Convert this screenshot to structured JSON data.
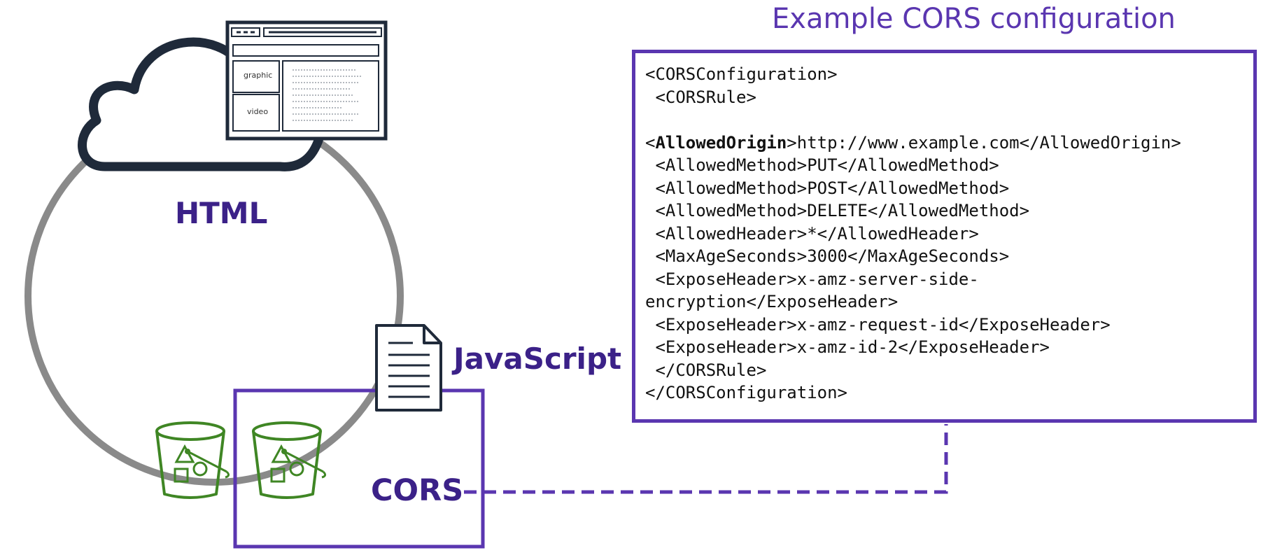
{
  "title": "Example CORS configuration",
  "labels": {
    "html": "HTML",
    "javascript": "JavaScript",
    "cors": "CORS"
  },
  "browser_window": {
    "graphic": "graphic",
    "video": "video"
  },
  "config": {
    "lines": [
      "<CORSConfiguration>",
      " <CORSRule>",
      "",
      "<AllowedOrigin>http://www.example.com</AllowedOrigin>",
      " <AllowedMethod>PUT</AllowedMethod>",
      " <AllowedMethod>POST</AllowedMethod>",
      " <AllowedMethod>DELETE</AllowedMethod>",
      " <AllowedHeader>*</AllowedHeader>",
      " <MaxAgeSeconds>3000</MaxAgeSeconds>",
      " <ExposeHeader>x-amz-server-side-",
      "encryption</ExposeHeader>",
      " <ExposeHeader>x-amz-request-id</ExposeHeader>",
      " <ExposeHeader>x-amz-id-2</ExposeHeader>",
      " </CORSRule>",
      "</CORSConfiguration>"
    ],
    "emphasis": "AllowedOrigin"
  },
  "colors": {
    "purple": "#5a36b0",
    "label_purple": "#3b2188",
    "gray": "#8a8a8a",
    "navy": "#1f2a3a",
    "green": "#3f8624"
  },
  "icons": [
    "cloud-icon",
    "browser-window-icon",
    "document-icon",
    "s3-bucket-icon"
  ]
}
